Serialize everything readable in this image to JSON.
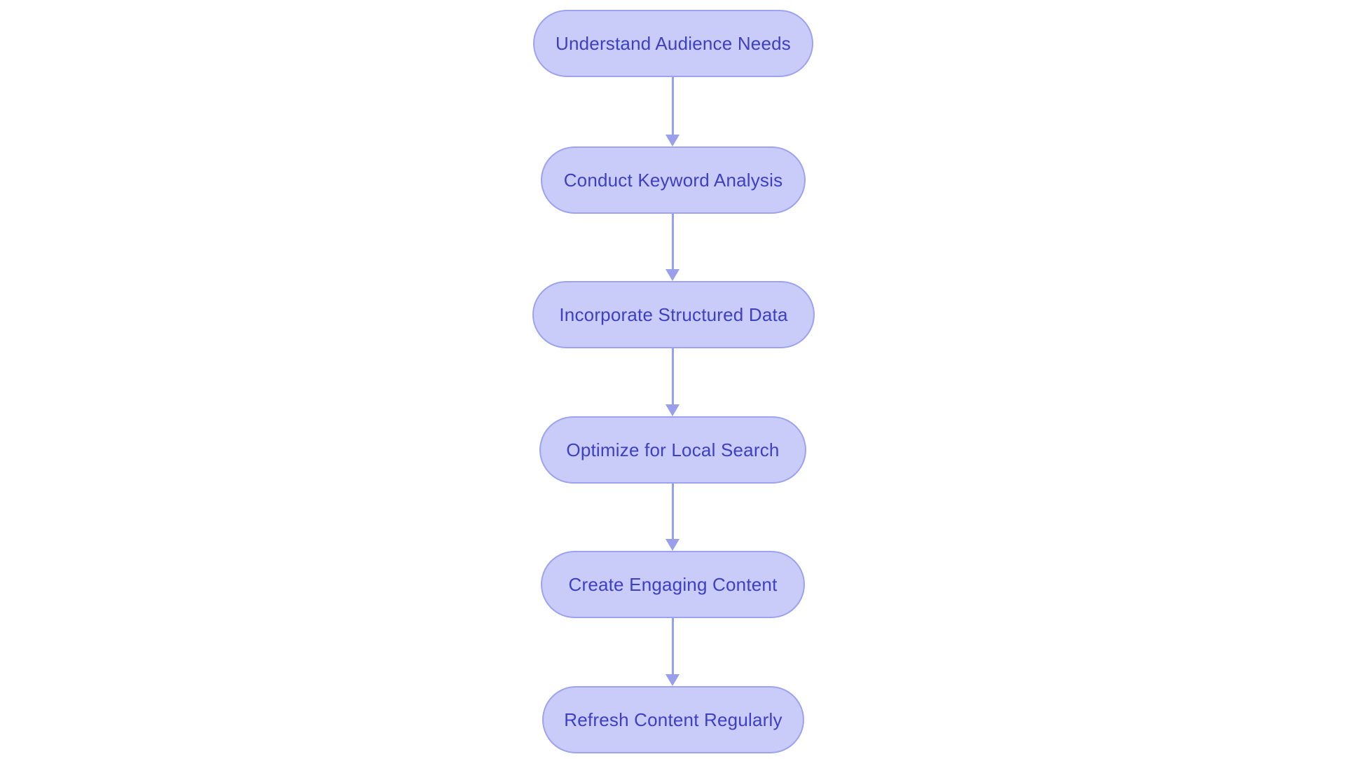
{
  "diagram": {
    "type": "flowchart",
    "direction": "top-to-bottom",
    "nodes": [
      {
        "id": "1",
        "label": "Understand Audience Needs"
      },
      {
        "id": "2",
        "label": "Conduct Keyword Analysis"
      },
      {
        "id": "3",
        "label": "Incorporate Structured Data"
      },
      {
        "id": "4",
        "label": "Optimize for Local Search"
      },
      {
        "id": "5",
        "label": "Create Engaging Content"
      },
      {
        "id": "6",
        "label": "Refresh Content Regularly"
      }
    ],
    "edges": [
      {
        "from": "1",
        "to": "2"
      },
      {
        "from": "2",
        "to": "3"
      },
      {
        "from": "3",
        "to": "4"
      },
      {
        "from": "4",
        "to": "5"
      },
      {
        "from": "5",
        "to": "6"
      }
    ],
    "colors": {
      "background": "#ffffff",
      "node_fill": "#c9cbf8",
      "node_border": "#9da3f0",
      "node_text": "#3d40c6",
      "arrow": "#98a0ec"
    }
  }
}
